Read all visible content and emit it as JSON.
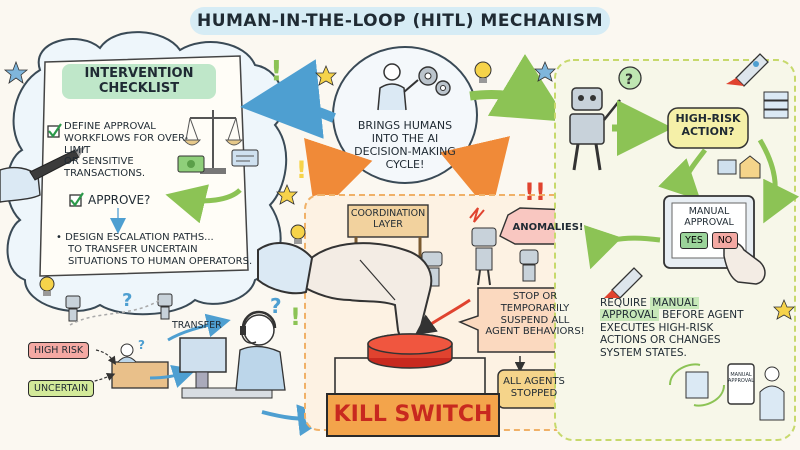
{
  "title": "HUMAN-IN-THE-LOOP (HITL) MECHANISM",
  "checklist": {
    "title_line1": "INTERVENTION",
    "title_line2": "CHECKLIST",
    "item1_lines": [
      "DEFINE APPROVAL",
      "WORKFLOWS FOR OVER-LIMIT",
      "OR SENSITIVE",
      "TRANSACTIONS."
    ],
    "approve": "APPROVE?",
    "item2_lines": [
      "• DESIGN ESCALATION PATHS...",
      "TO TRANSFER UNCERTAIN",
      "SITUATIONS TO HUMAN OPERATORS."
    ]
  },
  "escalation": {
    "transfer": "TRANSFER",
    "high_risk": "HIGH RISK",
    "uncertain": "UNCERTAIN",
    "question": "?"
  },
  "center": {
    "lines": [
      "BRINGS HUMANS",
      "INTO THE AI",
      "DECISION-MAKING",
      "CYCLE!"
    ]
  },
  "coordination": {
    "sign_lines": [
      "COORDINATION",
      "LAYER"
    ],
    "anomalies": "ANOMALIES!",
    "exclaim": "!!",
    "stop_lines": [
      "STOP OR",
      "TEMPORARILY",
      "SUSPEND ALL",
      "AGENT BEHAVIORS!"
    ],
    "stopped_lines": [
      "ALL AGENTS",
      "STOPPED"
    ],
    "kill_switch": "KILL SWITCH"
  },
  "approval": {
    "question_lines": [
      "HIGH-RISK",
      "ACTION?"
    ],
    "panel_lines": [
      "MANUAL",
      "APPROVAL"
    ],
    "yes": "YES",
    "no": "NO",
    "require_prefix": "REQUIRE",
    "require_highlight1": "MANUAL",
    "require_highlight2": "APPROVAL",
    "require_line2_rest": "BEFORE AGENT",
    "require_lines_rest": [
      "EXECUTES HIGH-RISK",
      "ACTIONS OR CHANGES",
      "SYSTEM STATES."
    ],
    "mini_screen_lines": [
      "MANUAL",
      "APPROVAL"
    ]
  },
  "colors": {
    "green_arrow": "#a8d46f",
    "blue_arrow": "#4e9fd1",
    "orange_arrow": "#f08a38",
    "kill_red": "#e0432f",
    "cloud_fill": "#eef6fb"
  }
}
